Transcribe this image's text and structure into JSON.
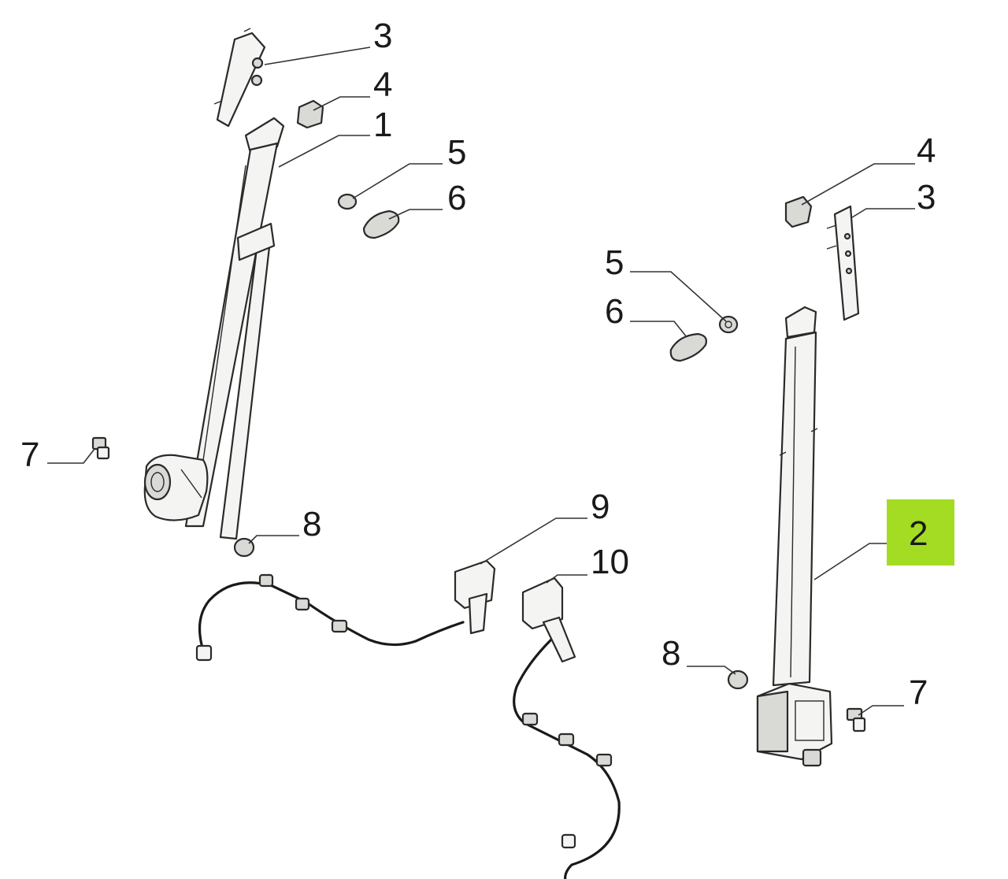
{
  "callouts": {
    "left_3": "3",
    "left_4": "4",
    "left_1": "1",
    "left_5": "5",
    "left_6": "6",
    "left_7": "7",
    "left_8": "8",
    "buckle_9": "9",
    "buckle_10": "10",
    "right_4": "4",
    "right_3": "3",
    "mid_5": "5",
    "mid_6": "6",
    "right_2": "2",
    "right_8": "8",
    "right_7": "7"
  },
  "highlight": {
    "callout": "2",
    "color": "#a4dc24"
  }
}
